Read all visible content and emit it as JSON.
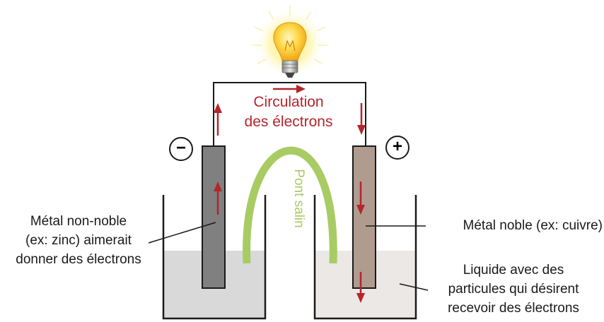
{
  "labels": {
    "left_electrode": [
      "Métal non-noble",
      "(ex: zinc) aimerait",
      "donner des électrons"
    ],
    "right_electrode": "Métal noble (ex: cuivre)",
    "right_liquid": [
      "Liquide avec des",
      "particules qui désirent",
      "recevoir des électrons"
    ],
    "electron_flow": [
      "Circulation",
      "des électrons"
    ],
    "salt_bridge": "Pont salin",
    "negative_sign": "−",
    "positive_sign": "+"
  },
  "colors": {
    "arrow_red": "#b3262c",
    "bridge_green": "#a9cb64",
    "left_electrode_gray": "#808080",
    "right_electrode_brown": "#b09b8f",
    "left_liquid": "#d9d9da",
    "right_liquid": "#ece8e5",
    "bulb_yellow": "#f6c21a"
  },
  "icons": {
    "bulb": "light-bulb-icon",
    "arrows": "arrow-icon"
  }
}
